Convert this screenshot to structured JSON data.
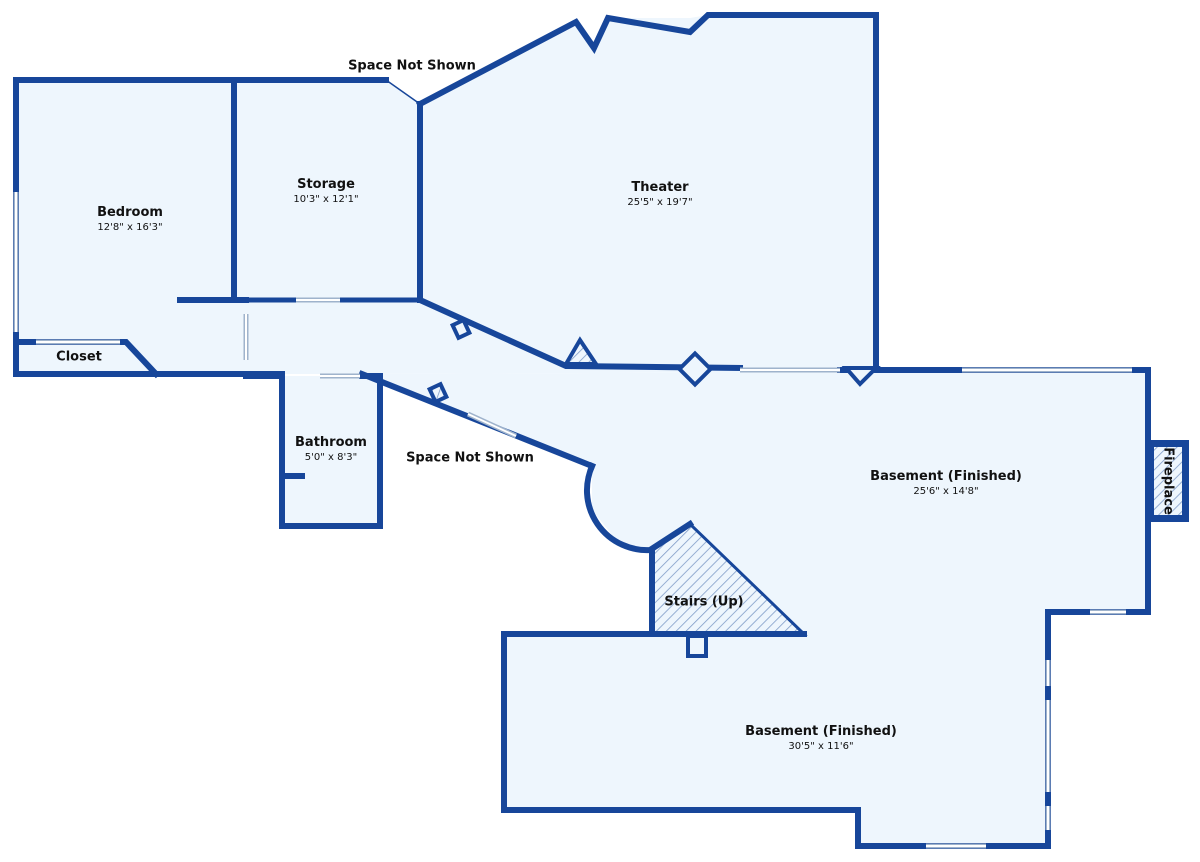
{
  "colors": {
    "wall": "#17469a",
    "floor": "#eef6fd",
    "window": "#9fb3cc",
    "background": "#ffffff"
  },
  "rooms": {
    "bedroom": {
      "name": "Bedroom",
      "dims": "12'8\" x 16'3\""
    },
    "storage": {
      "name": "Storage",
      "dims": "10'3\" x 12'1\""
    },
    "theater": {
      "name": "Theater",
      "dims": "25'5\" x 19'7\""
    },
    "closet": {
      "name": "Closet"
    },
    "bathroom": {
      "name": "Bathroom",
      "dims": "5'0\" x 8'3\""
    },
    "basement_upper": {
      "name": "Basement (Finished)",
      "dims": "25'6\" x 14'8\""
    },
    "basement_lower": {
      "name": "Basement (Finished)",
      "dims": "30'5\" x 11'6\""
    },
    "stairs": {
      "name": "Stairs (Up)"
    },
    "fireplace": {
      "name": "Fireplace"
    }
  },
  "notes": {
    "space_top": "Space Not Shown",
    "space_middle": "Space Not Shown"
  }
}
